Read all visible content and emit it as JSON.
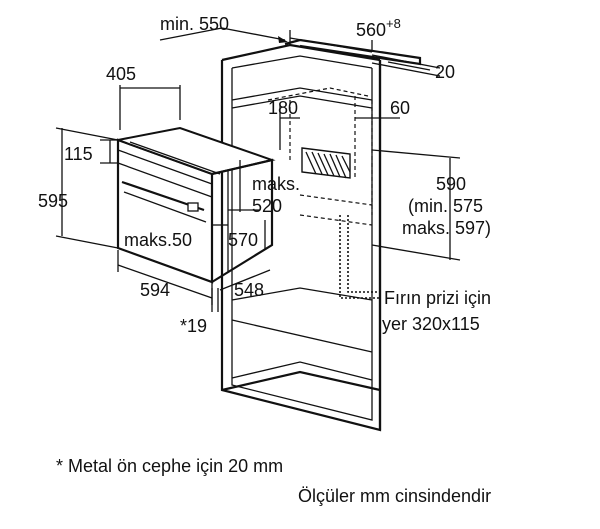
{
  "dimensions": {
    "cabinet_min_depth": "min. 550",
    "cabinet_width": "560",
    "cabinet_width_tolerance": "+8",
    "top_gap": "20",
    "oven_depth": "405",
    "vent_opening": "180",
    "vent_depth": "60",
    "panel_height": "115",
    "front_height": "595",
    "max_label": "maks.",
    "max_depth": "520",
    "max_50": "maks.50",
    "depth_570": "570",
    "niche_height": "590",
    "niche_height_min": "(min. 575",
    "niche_height_max": "maks. 597)",
    "front_width": "594",
    "depth_548": "548",
    "front_offset": "*19"
  },
  "socket_note": {
    "line1": "Fırın prizi için",
    "line2": "yer 320x115"
  },
  "footnote": "* Metal ön cephe için 20 mm",
  "unit_note": "Ölçüler mm cinsindendir"
}
